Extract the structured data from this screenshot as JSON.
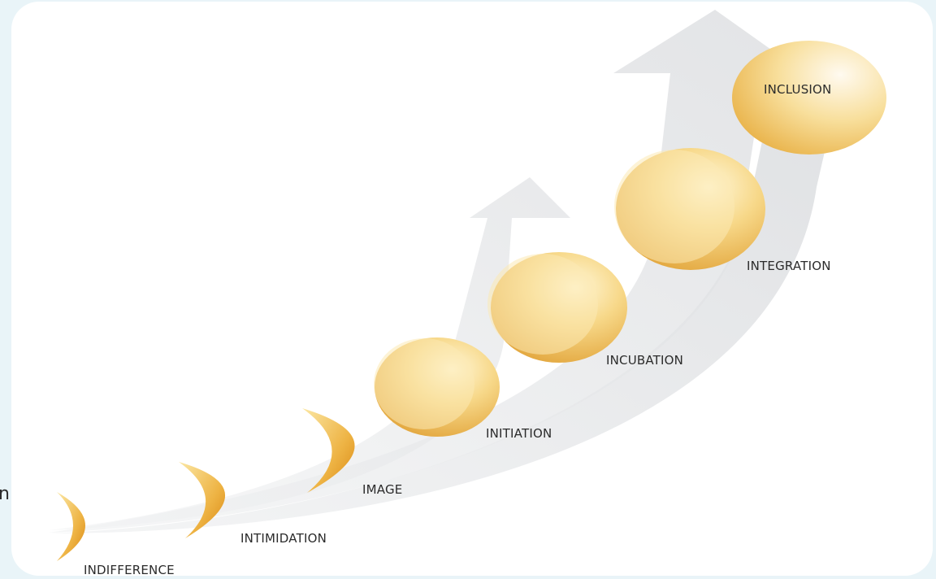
{
  "diagram": {
    "stages": [
      {
        "id": "indifference",
        "label": "INDIFFERENCE",
        "shape": "thin-crescent"
      },
      {
        "id": "intimidation",
        "label": "INTIMIDATION",
        "shape": "crescent"
      },
      {
        "id": "image",
        "label": "IMAGE",
        "shape": "crescent"
      },
      {
        "id": "initiation",
        "label": "INITIATION",
        "shape": "gibbous"
      },
      {
        "id": "incubation",
        "label": "INCUBATION",
        "shape": "gibbous"
      },
      {
        "id": "integration",
        "label": "INTEGRATION",
        "shape": "gibbous"
      },
      {
        "id": "inclusion",
        "label": "INCLUSION",
        "shape": "full"
      }
    ],
    "edge_fragment": "n",
    "colors": {
      "background": "#e9f4f8",
      "card": "#ffffff",
      "gold_light": "#fff3c4",
      "gold_mid": "#f4cf70",
      "gold_dark": "#dd9a1f",
      "arrow": "#dadcdf",
      "text": "#2b2b2b"
    }
  }
}
